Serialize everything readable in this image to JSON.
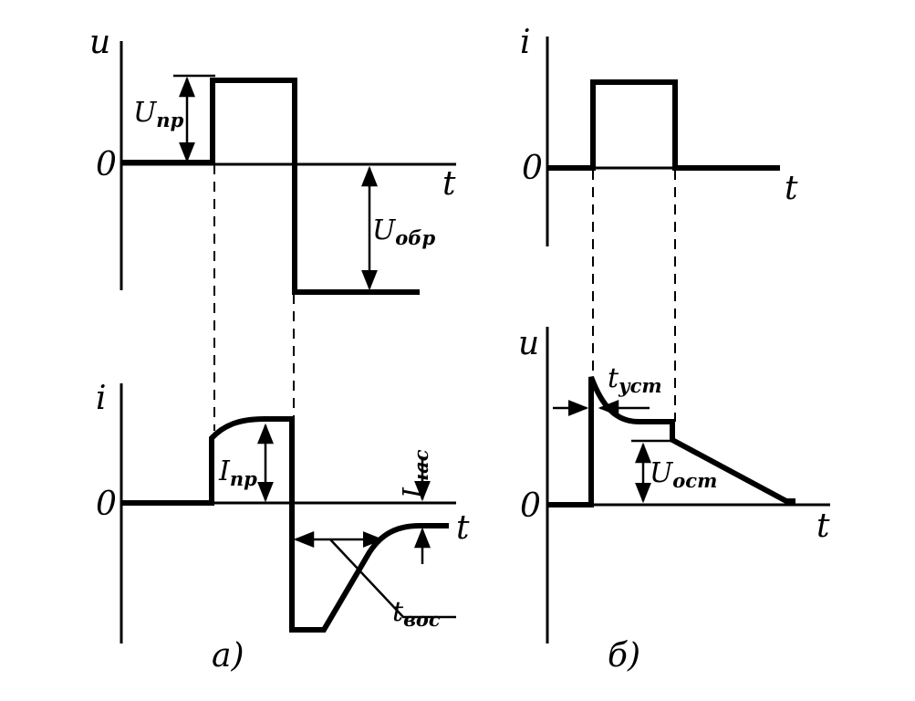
{
  "panel_a": {
    "voltage_plot": {
      "y_label": "u",
      "zero_label": "0",
      "t_label": "t",
      "forward_label": "U",
      "forward_sub": "пр",
      "reverse_label": "U",
      "reverse_sub": "обр"
    },
    "current_plot": {
      "y_label": "i",
      "zero_label": "0",
      "t_label": "t",
      "forward_label": "I",
      "forward_sub": "пр",
      "sat_label": "I",
      "sat_sub": "нас",
      "recovery_label": "t",
      "recovery_sub": "вос"
    },
    "caption": "а)"
  },
  "panel_b": {
    "current_plot": {
      "y_label": "i",
      "zero_label": "0",
      "t_label": "t"
    },
    "voltage_plot": {
      "y_label": "u",
      "zero_label": "0",
      "t_label": "t",
      "settle_label": "t",
      "settle_sub": "уст",
      "residual_label": "U",
      "residual_sub": "ост"
    },
    "caption": "б)"
  }
}
